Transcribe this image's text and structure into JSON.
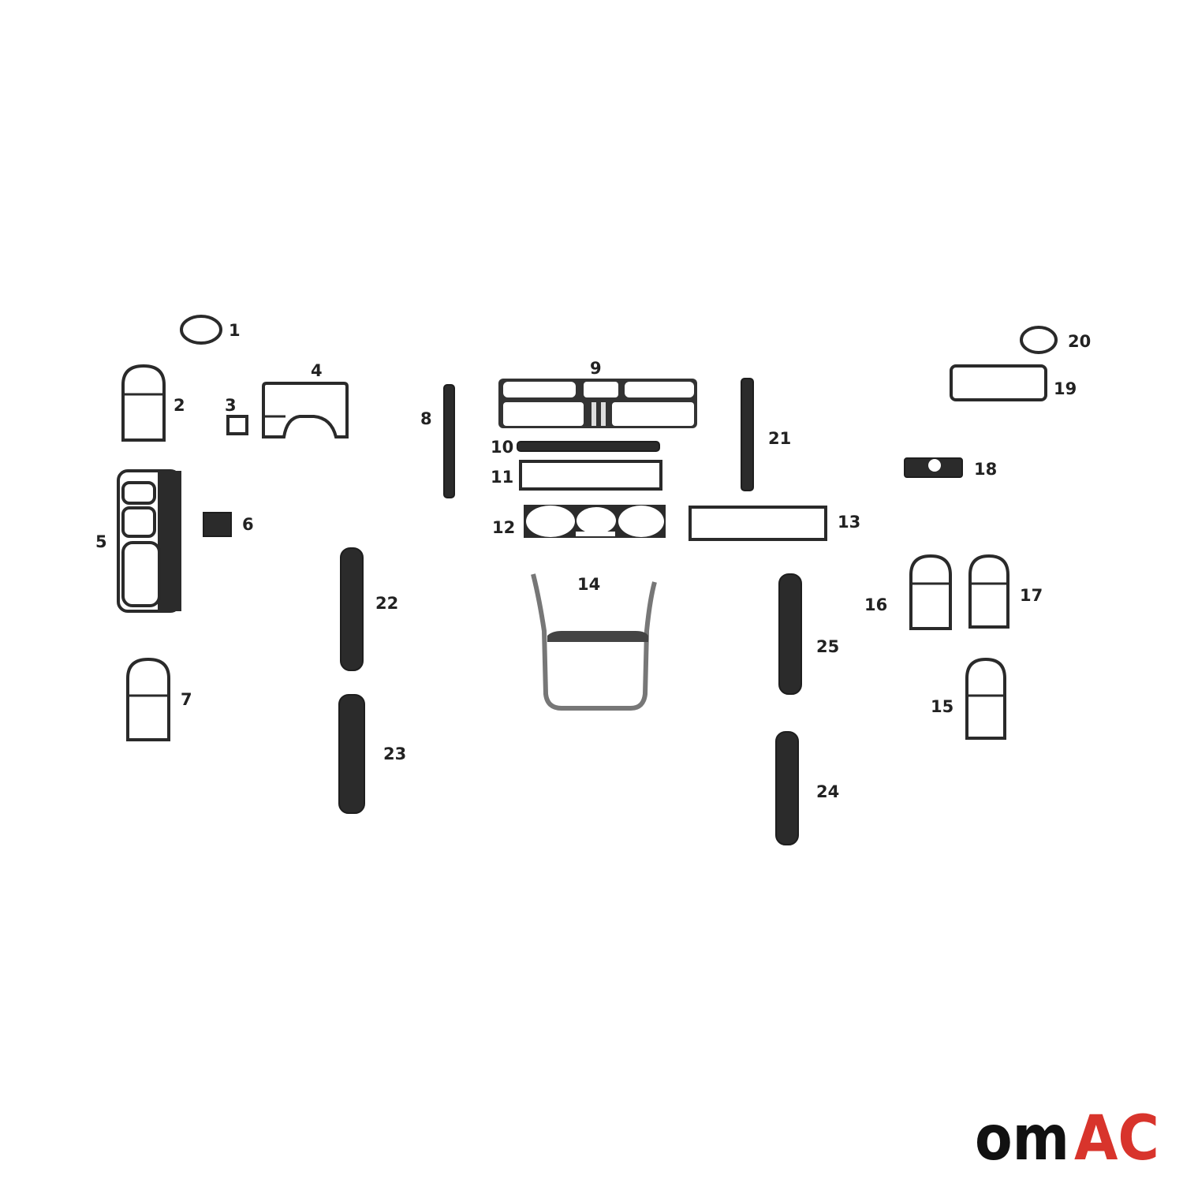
{
  "diagram": {
    "parts": [
      {
        "id": "1",
        "label": "1"
      },
      {
        "id": "2",
        "label": "2"
      },
      {
        "id": "3",
        "label": "3"
      },
      {
        "id": "4",
        "label": "4"
      },
      {
        "id": "5",
        "label": "5"
      },
      {
        "id": "6",
        "label": "6"
      },
      {
        "id": "7",
        "label": "7"
      },
      {
        "id": "8",
        "label": "8"
      },
      {
        "id": "9",
        "label": "9"
      },
      {
        "id": "10",
        "label": "10"
      },
      {
        "id": "11",
        "label": "11"
      },
      {
        "id": "12",
        "label": "12"
      },
      {
        "id": "13",
        "label": "13"
      },
      {
        "id": "14",
        "label": "14"
      },
      {
        "id": "15",
        "label": "15"
      },
      {
        "id": "16",
        "label": "16"
      },
      {
        "id": "17",
        "label": "17"
      },
      {
        "id": "18",
        "label": "18"
      },
      {
        "id": "19",
        "label": "19"
      },
      {
        "id": "20",
        "label": "20"
      },
      {
        "id": "21",
        "label": "21"
      },
      {
        "id": "22",
        "label": "22"
      },
      {
        "id": "23",
        "label": "23"
      },
      {
        "id": "24",
        "label": "24"
      },
      {
        "id": "25",
        "label": "25"
      }
    ]
  },
  "logo": {
    "text": "OMAC",
    "part_dark": "om",
    "part_red": "AC",
    "color_dark": "#111111",
    "color_red": "#d8342c"
  }
}
